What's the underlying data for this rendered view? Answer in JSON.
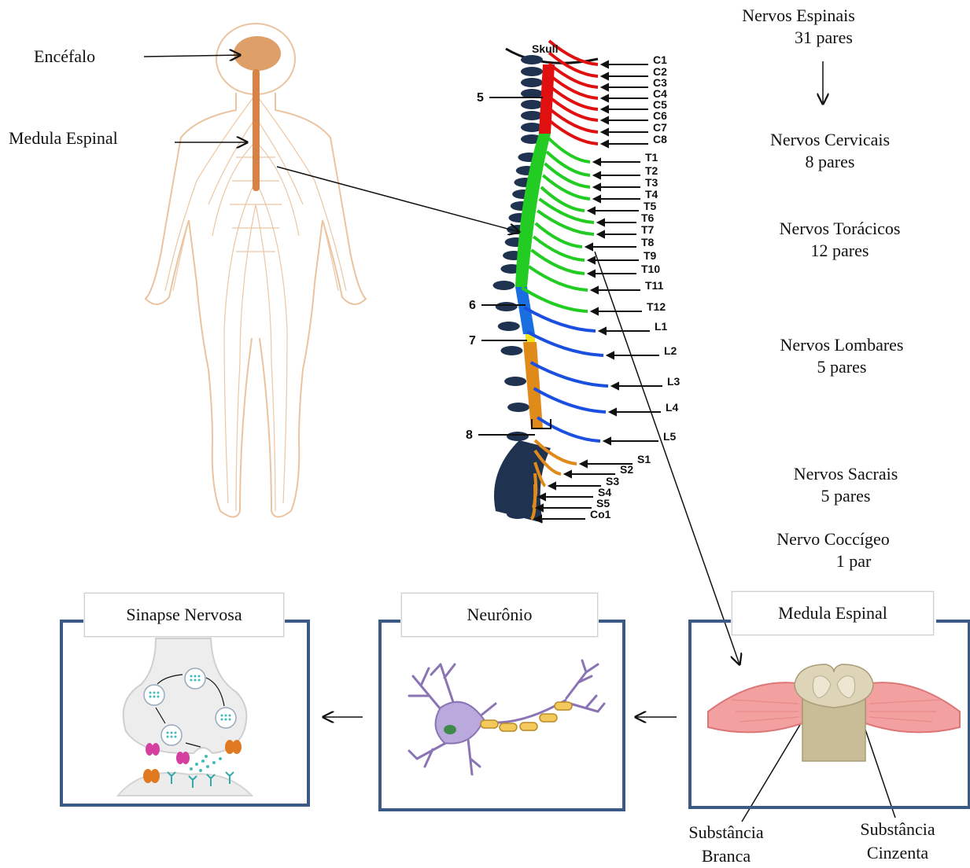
{
  "labels": {
    "encefalo": "Encéfalo",
    "medula_espinal": "Medula Espinal",
    "skull": "Skull",
    "nervos_espinais": "Nervos Espinais",
    "nervos_espinais_pares": "31 pares",
    "nervos_cervicais": "Nervos Cervicais",
    "nervos_cervicais_pares": "8 pares",
    "nervos_toracicos": "Nervos Torácicos",
    "nervos_toracicos_pares": "12 pares",
    "nervos_lombares": "Nervos Lombares",
    "nervos_lombares_pares": "5 pares",
    "nervos_sacrais": "Nervos Sacrais",
    "nervos_sacrais_pares": "5 pares",
    "nervo_coccigeo": "Nervo Coccígeo",
    "nervo_coccigeo_pares": "1 par",
    "substancia_branca_1": "Substância",
    "substancia_branca_2": "Branca",
    "substancia_cinzenta_1": "Substância",
    "substancia_cinzenta_2": "Cinzenta"
  },
  "boxes": {
    "sinapse": "Sinapse Nervosa",
    "neuronio": "Neurônio",
    "medula": "Medula Espinal"
  },
  "spine_numbers": [
    "5",
    "6",
    "7",
    "8"
  ],
  "vertebrae": [
    "C1",
    "C2",
    "C3",
    "C4",
    "C5",
    "C6",
    "C7",
    "C8",
    "T1",
    "T2",
    "T3",
    "T4",
    "T5",
    "T6",
    "T7",
    "T8",
    "T9",
    "T10",
    "T11",
    "T12",
    "L1",
    "L2",
    "L3",
    "L4",
    "L5",
    "S1",
    "S2",
    "S3",
    "S4",
    "S5",
    "Co1"
  ],
  "colors": {
    "cervical": "#e01010",
    "thoracic": "#22cc22",
    "lumbar": "#1a4fe0",
    "sacral": "#e08a1a",
    "frame": "#3c5a86",
    "body_outline": "#e8b98f"
  }
}
